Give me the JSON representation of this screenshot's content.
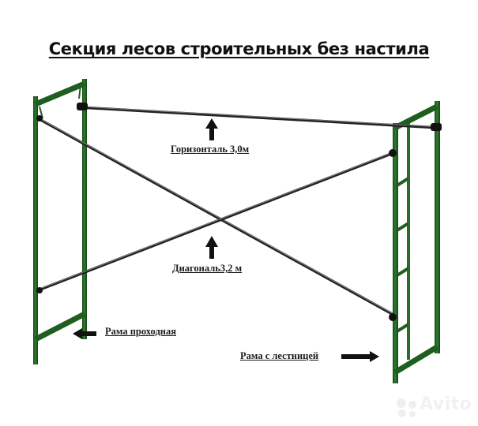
{
  "title": "Секция лесов строительных без настила",
  "labels": {
    "horizontal": "Горизонталь 3,0м",
    "diagonal": "Диагональ3,2 м",
    "walkthrough_frame": "Рама проходная",
    "ladder_frame": "Рама с лестницей"
  },
  "components": {
    "horizontal_length_m": 3.0,
    "diagonal_length_m": 3.2
  },
  "watermark": "Avito",
  "colors": {
    "frame_green": "#1f5e1f",
    "frame_green_light": "#2e7a2e",
    "brace_dark": "#222222",
    "text": "#111111"
  }
}
